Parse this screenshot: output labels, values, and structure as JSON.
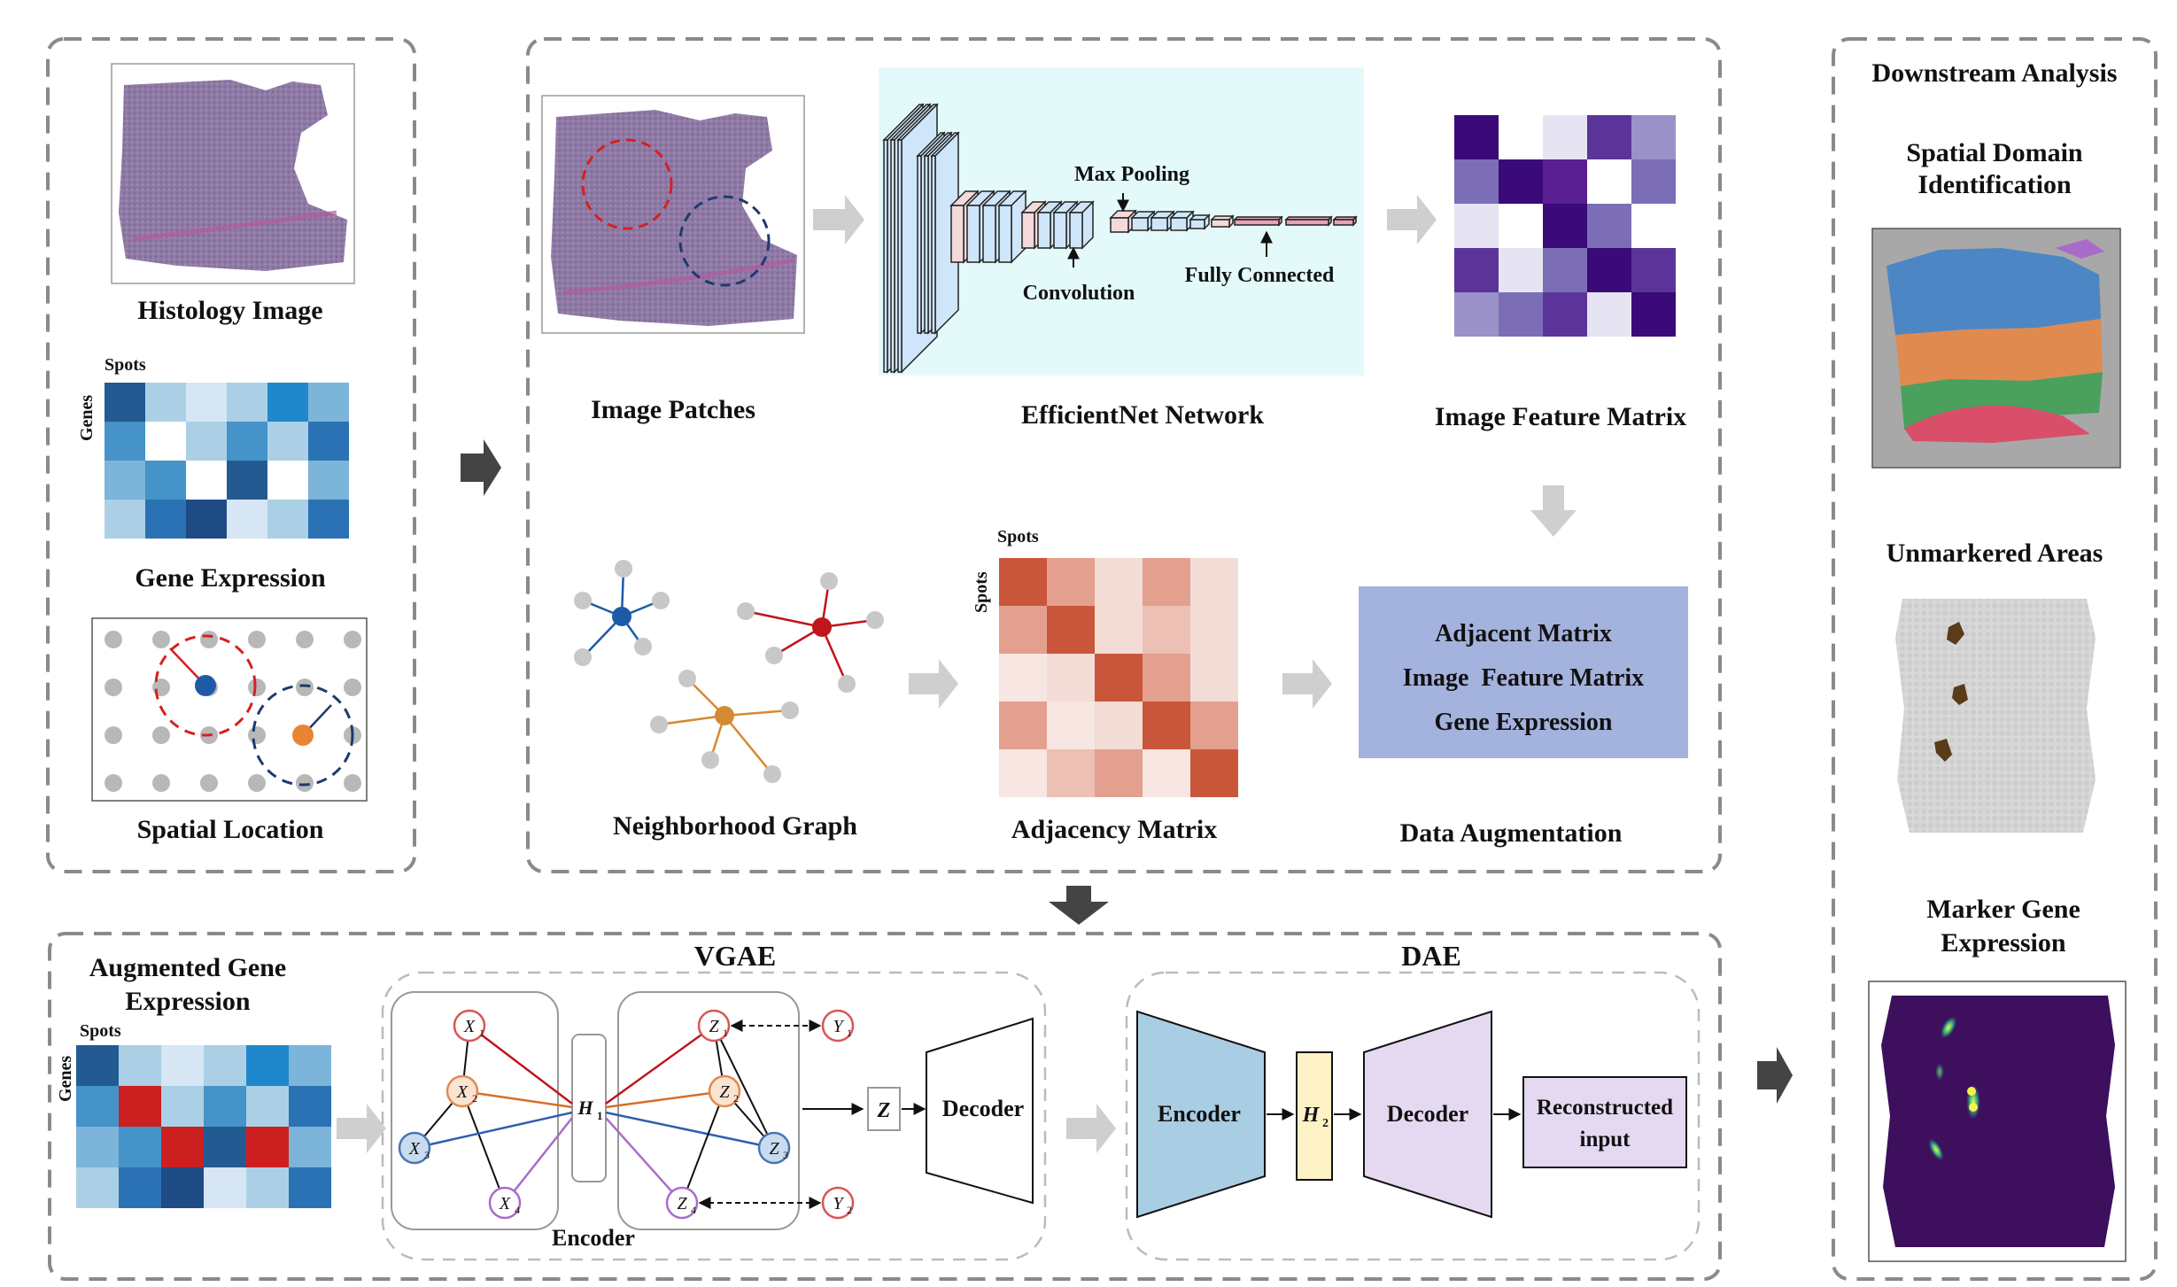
{
  "input_panel": {
    "histology_label": "Histology Image",
    "gene_expression_label": "Gene Expression",
    "gene_axis_spots": "Spots",
    "gene_axis_genes": "Genes",
    "spatial_label": "Spatial Location",
    "gene_matrix_colors": [
      [
        "#245a92",
        "#abd0e6",
        "#d6e6f4",
        "#abd0e6",
        "#1f87cc",
        "#7cb4da"
      ],
      [
        "#4593c8",
        "#ffffff",
        "#abd0e6",
        "#4593c8",
        "#abd0e6",
        "#2b72b4"
      ],
      [
        "#7cb4da",
        "#4593c8",
        "#ffffff",
        "#245a92",
        "#ffffff",
        "#7cb4da"
      ],
      [
        "#abd0e6",
        "#2b72b4",
        "#1f4b85",
        "#d6e6f4",
        "#abd0e6",
        "#2b72b4"
      ]
    ]
  },
  "feature_panel": {
    "image_patches_label": "Image Patches",
    "network_label": "EfficientNet Network",
    "network_label_color": "#2aa6a6",
    "max_pooling_label": "Max Pooling",
    "convolution_label": "Convolution",
    "fully_connected_label": "Fully Connected",
    "image_feature_label": "Image Feature Matrix",
    "feature_matrix_colors": [
      [
        "#3a0a78",
        "#ffffff",
        "#e6e4f2",
        "#5b3499",
        "#9a92c8"
      ],
      [
        "#7c6eb6",
        "#3a0a78",
        "#5b1f94",
        "#ffffff",
        "#7c6eb6"
      ],
      [
        "#e6e4f2",
        "#ffffff",
        "#3a0a78",
        "#7c6eb6",
        "#ffffff"
      ],
      [
        "#5b3499",
        "#e6e4f2",
        "#7c6eb6",
        "#3a0a78",
        "#5b3499"
      ],
      [
        "#9a92c8",
        "#7c6eb6",
        "#5b3499",
        "#e6e4f2",
        "#3a0a78"
      ]
    ],
    "neighborhood_label": "Neighborhood Graph",
    "adjacency_label": "Adjacency Matrix",
    "adjacency_axis_spots_top": "Spots",
    "adjacency_axis_spots_side": "Spots",
    "adjacency_matrix_colors": [
      [
        "#c9563a",
        "#e3a08e",
        "#f3dcd6",
        "#e3a08e",
        "#f3dcd6"
      ],
      [
        "#e3a08e",
        "#c9563a",
        "#f3dcd6",
        "#ecc0b4",
        "#f3dcd6"
      ],
      [
        "#f7e6e2",
        "#f3dcd6",
        "#c9563a",
        "#e3a08e",
        "#f3dcd6"
      ],
      [
        "#e3a08e",
        "#f7e6e2",
        "#f3dcd6",
        "#c9563a",
        "#e3a08e"
      ],
      [
        "#f7e6e2",
        "#ecc0b4",
        "#e3a08e",
        "#f7e6e2",
        "#c9563a"
      ]
    ],
    "augmentation_box": [
      "Adjacent Matrix",
      "Image  Feature Matrix",
      "Gene Expression"
    ],
    "augmentation_label": "Data Augmentation"
  },
  "model_panel": {
    "augmented_label_line1": "Augmented Gene",
    "augmented_label_line2": "Expression",
    "spots_label": "Spots",
    "genes_label": "Genes",
    "augmented_matrix_colors": [
      [
        "#245a92",
        "#abd0e6",
        "#d6e6f4",
        "#abd0e6",
        "#1f87cc",
        "#7cb4da"
      ],
      [
        "#4593c8",
        "#cc1f1f",
        "#abd0e6",
        "#4593c8",
        "#abd0e6",
        "#2b72b4"
      ],
      [
        "#7cb4da",
        "#4593c8",
        "#cc1f1f",
        "#245a92",
        "#cc1f1f",
        "#7cb4da"
      ],
      [
        "#abd0e6",
        "#2b72b4",
        "#1f4b85",
        "#d6e6f4",
        "#abd0e6",
        "#2b72b4"
      ]
    ],
    "vgae_title": "VGAE",
    "encoder_caption": "Encoder",
    "decoder_label": "Decoder",
    "z_label": "Z",
    "dae_title": "DAE",
    "dae_encoder": "Encoder",
    "dae_decoder": "Decoder",
    "reconstructed_line1": "Reconstructed",
    "reconstructed_line2": "input"
  },
  "downstream_panel": {
    "title": "Downstream Analysis",
    "spatial_domain_line1": "Spatial Domain",
    "spatial_domain_line2": "Identification",
    "unmarkered_label": "Unmarkered Areas",
    "marker_gene_line1": "Marker Gene",
    "marker_gene_line2": "Expression"
  }
}
